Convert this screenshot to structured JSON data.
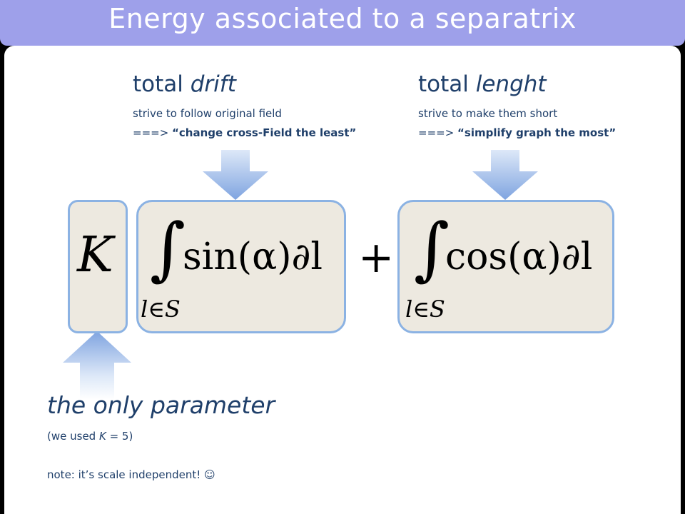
{
  "title": "Energy associated to a separatrix",
  "left_term": {
    "heading_plain": "total ",
    "heading_italic": "drift",
    "line1": "strive to follow original field",
    "line2_prefix": "===> ",
    "line2_bold": "“change cross-Field the least”"
  },
  "right_term": {
    "heading_plain": "total ",
    "heading_italic": "lenght",
    "line1": "strive to make them short",
    "line2_prefix": "===> ",
    "line2_bold": "“simplify graph the most”"
  },
  "formula": {
    "k": "K",
    "plus": "+",
    "integral_sign": "∫",
    "sin_expr": "sin(α)∂l",
    "cos_expr": "cos(α)∂l",
    "subscript": "l∈S"
  },
  "parameter": {
    "heading": "the only parameter",
    "used_prefix": "(we used ",
    "used_k": "K",
    "used_suffix": " = 5)",
    "note": "note:  it’s scale independent! ☺"
  },
  "colors": {
    "title_bar": "#9ea0ea",
    "text": "#1f3f6a",
    "box_fill": "#ede9e0",
    "box_border": "#8bb2e3",
    "arrow_dark": "#7fa4e0",
    "arrow_light": "#dde8f8"
  }
}
